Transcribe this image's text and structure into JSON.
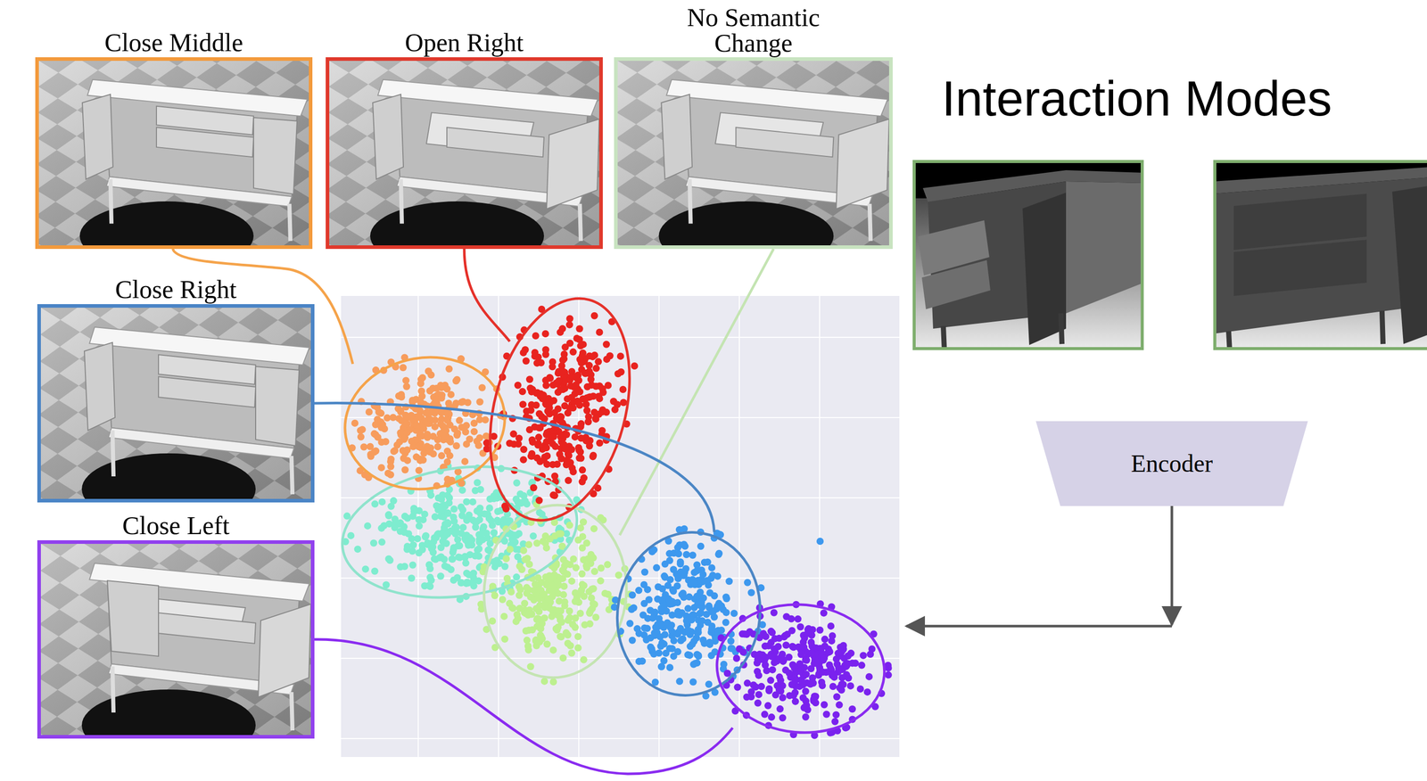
{
  "diagram": {
    "nodes": [
      {
        "text": [
          "Close Middle"
        ]
      },
      {
        "text": [
          "Open Right"
        ]
      },
      {
        "text": [
          "No Semantic Change"
        ]
      },
      {
        "text": [
          "Close Right"
        ]
      },
      {
        "text": [
          "Encoder"
        ]
      },
      {
        "text": [
          "Close Left"
        ]
      }
    ],
    "labels": [
      "Interaction Modes"
    ]
  }
}
